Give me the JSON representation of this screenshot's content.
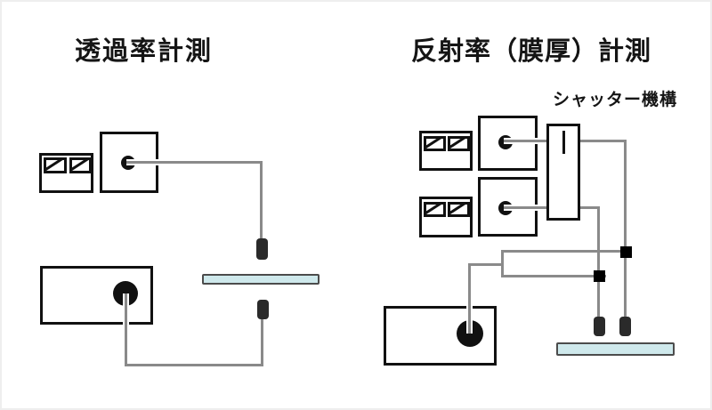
{
  "left_panel": {
    "title": "透過率計測"
  },
  "right_panel": {
    "title": "反射率（膜厚）計測",
    "shutter_label": "シャッター機構"
  },
  "colors": {
    "outline": "#111111",
    "wire": "#8a8a8a",
    "probe": "#2a2a2a",
    "connector": "#000000",
    "sample-fill": "#cfe9ec",
    "sample-border": "#4c4c4c"
  }
}
